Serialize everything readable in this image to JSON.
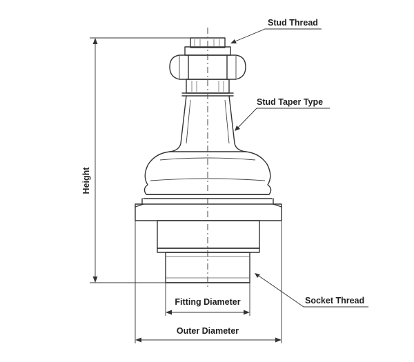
{
  "labels": {
    "stud_thread": "Stud Thread",
    "stud_taper_type": "Stud Taper Type",
    "height": "Height",
    "fitting_diameter": "Fitting Diameter",
    "socket_thread": "Socket Thread",
    "outer_diameter": "Outer Diameter"
  },
  "colors": {
    "line": "#333333",
    "text": "#1e1e1e",
    "background": "#ffffff"
  }
}
